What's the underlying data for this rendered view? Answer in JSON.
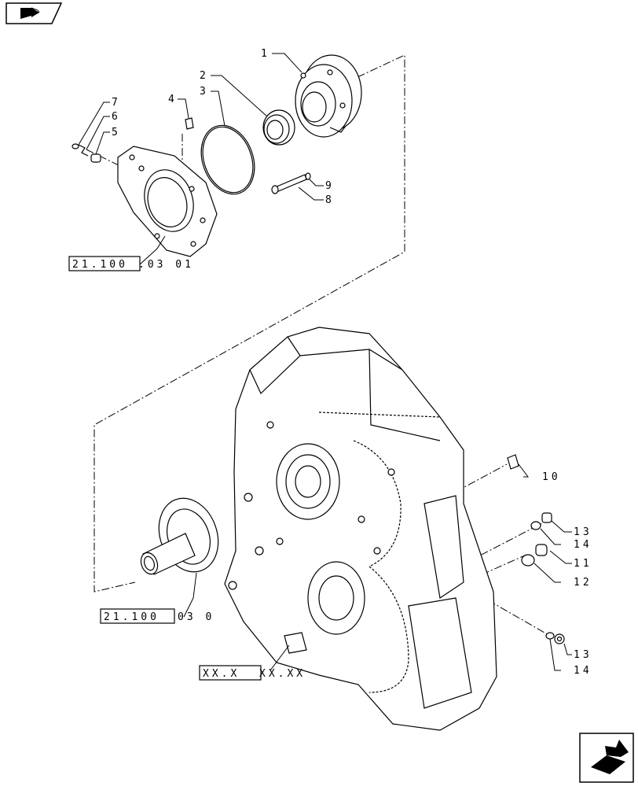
{
  "navigation": {
    "top_left_icon": "book-with-arrow-icon",
    "bottom_right_icon": "next-page-arrow-icon"
  },
  "callouts": [
    {
      "id": "c1",
      "label": "1"
    },
    {
      "id": "c2",
      "label": "2"
    },
    {
      "id": "c3",
      "label": "3"
    },
    {
      "id": "c4",
      "label": "4"
    },
    {
      "id": "c5",
      "label": "5"
    },
    {
      "id": "c6",
      "label": "6"
    },
    {
      "id": "c7",
      "label": "7"
    },
    {
      "id": "c8",
      "label": "8"
    },
    {
      "id": "c9",
      "label": "9"
    },
    {
      "id": "c10",
      "label": "10"
    },
    {
      "id": "c11",
      "label": "11"
    },
    {
      "id": "c12",
      "label": "12"
    },
    {
      "id": "c13a",
      "label": "13"
    },
    {
      "id": "c14a",
      "label": "14"
    },
    {
      "id": "c13b",
      "label": "13"
    },
    {
      "id": "c14b",
      "label": "14"
    }
  ],
  "references": [
    {
      "id": "r1",
      "boxed": "21.100",
      "suffix": ".03 01"
    },
    {
      "id": "r2",
      "boxed": "21.100",
      "suffix": "03 0"
    },
    {
      "id": "r3",
      "boxed": "XX.X",
      "suffix": "XX.XX"
    }
  ]
}
